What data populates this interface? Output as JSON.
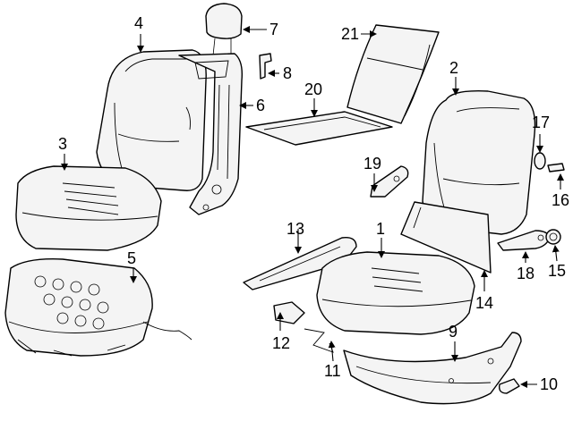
{
  "callouts": {
    "c1": "1",
    "c2": "2",
    "c3": "3",
    "c4": "4",
    "c5": "5",
    "c6": "6",
    "c7": "7",
    "c8": "8",
    "c9": "9",
    "c10": "10",
    "c11": "11",
    "c12": "12",
    "c13": "13",
    "c14": "14",
    "c15": "15",
    "c16": "16",
    "c17": "17",
    "c18": "18",
    "c19": "19",
    "c20": "20",
    "c21": "21"
  },
  "colors": {
    "line": "#000000",
    "part_fill": "#f4f4f4",
    "background": "#ffffff"
  }
}
